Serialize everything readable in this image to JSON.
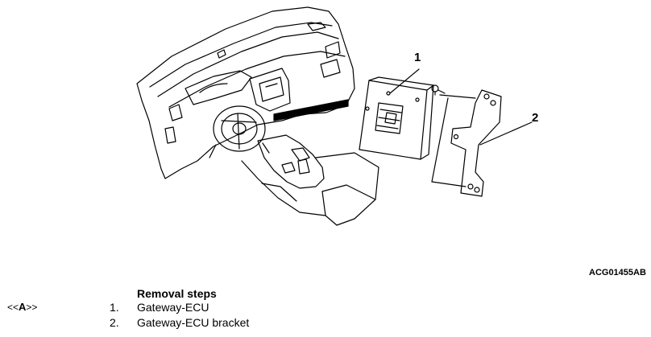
{
  "figure": {
    "callouts": [
      "1",
      "2"
    ],
    "code": "ACG01455AB"
  },
  "removal": {
    "title": "Removal steps",
    "steps": [
      {
        "ref_prefix": "<<",
        "ref_letter": "A",
        "ref_suffix": ">>",
        "number": "1.",
        "name": "Gateway-ECU"
      },
      {
        "ref_prefix": "",
        "ref_letter": "",
        "ref_suffix": "",
        "number": "2.",
        "name": "Gateway-ECU bracket"
      }
    ]
  }
}
